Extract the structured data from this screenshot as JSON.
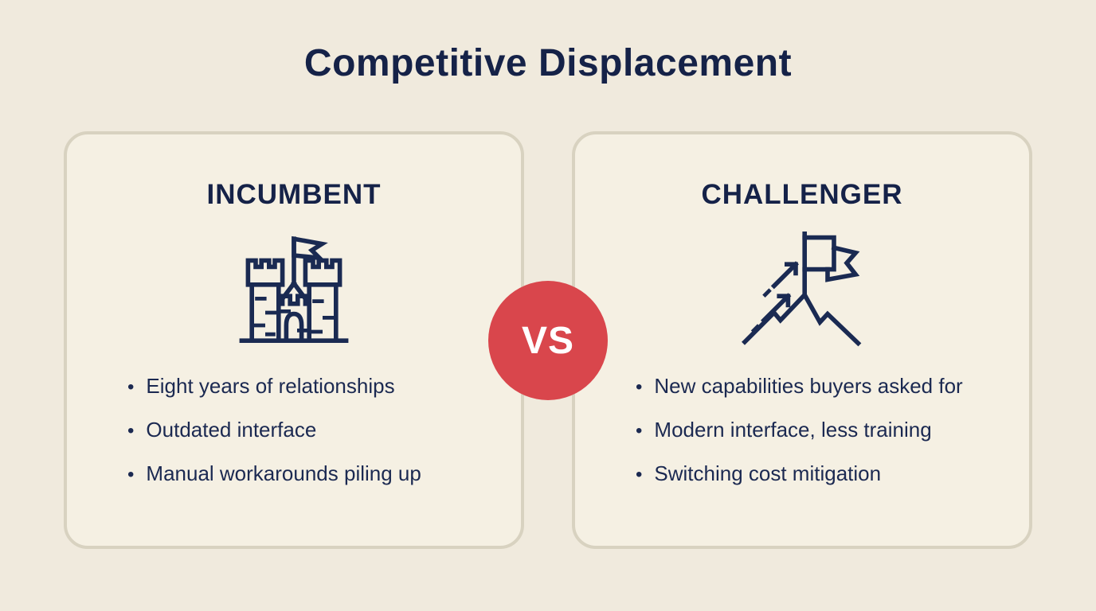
{
  "page": {
    "title": "Competitive Displacement",
    "background_color": "#F0EADD",
    "card_fill_color": "#F5F0E3",
    "card_border_color": "#D8D2C0",
    "navy_color": "#1A2A52",
    "vs_red_color": "#D9464C"
  },
  "vs_badge": {
    "label": "VS"
  },
  "cards": [
    {
      "header": "INCUMBENT",
      "icon": "castle-icon",
      "bullet_char": "•",
      "bullets": [
        "Eight years of relationships",
        "Outdated interface",
        "Manual workarounds piling up"
      ]
    },
    {
      "header": "CHALLENGER",
      "icon": "mountain-flag-icon",
      "bullet_char": "•",
      "bullets": [
        "New capabilities buyers asked for",
        "Modern interface, less training",
        "Switching cost mitigation"
      ]
    }
  ]
}
